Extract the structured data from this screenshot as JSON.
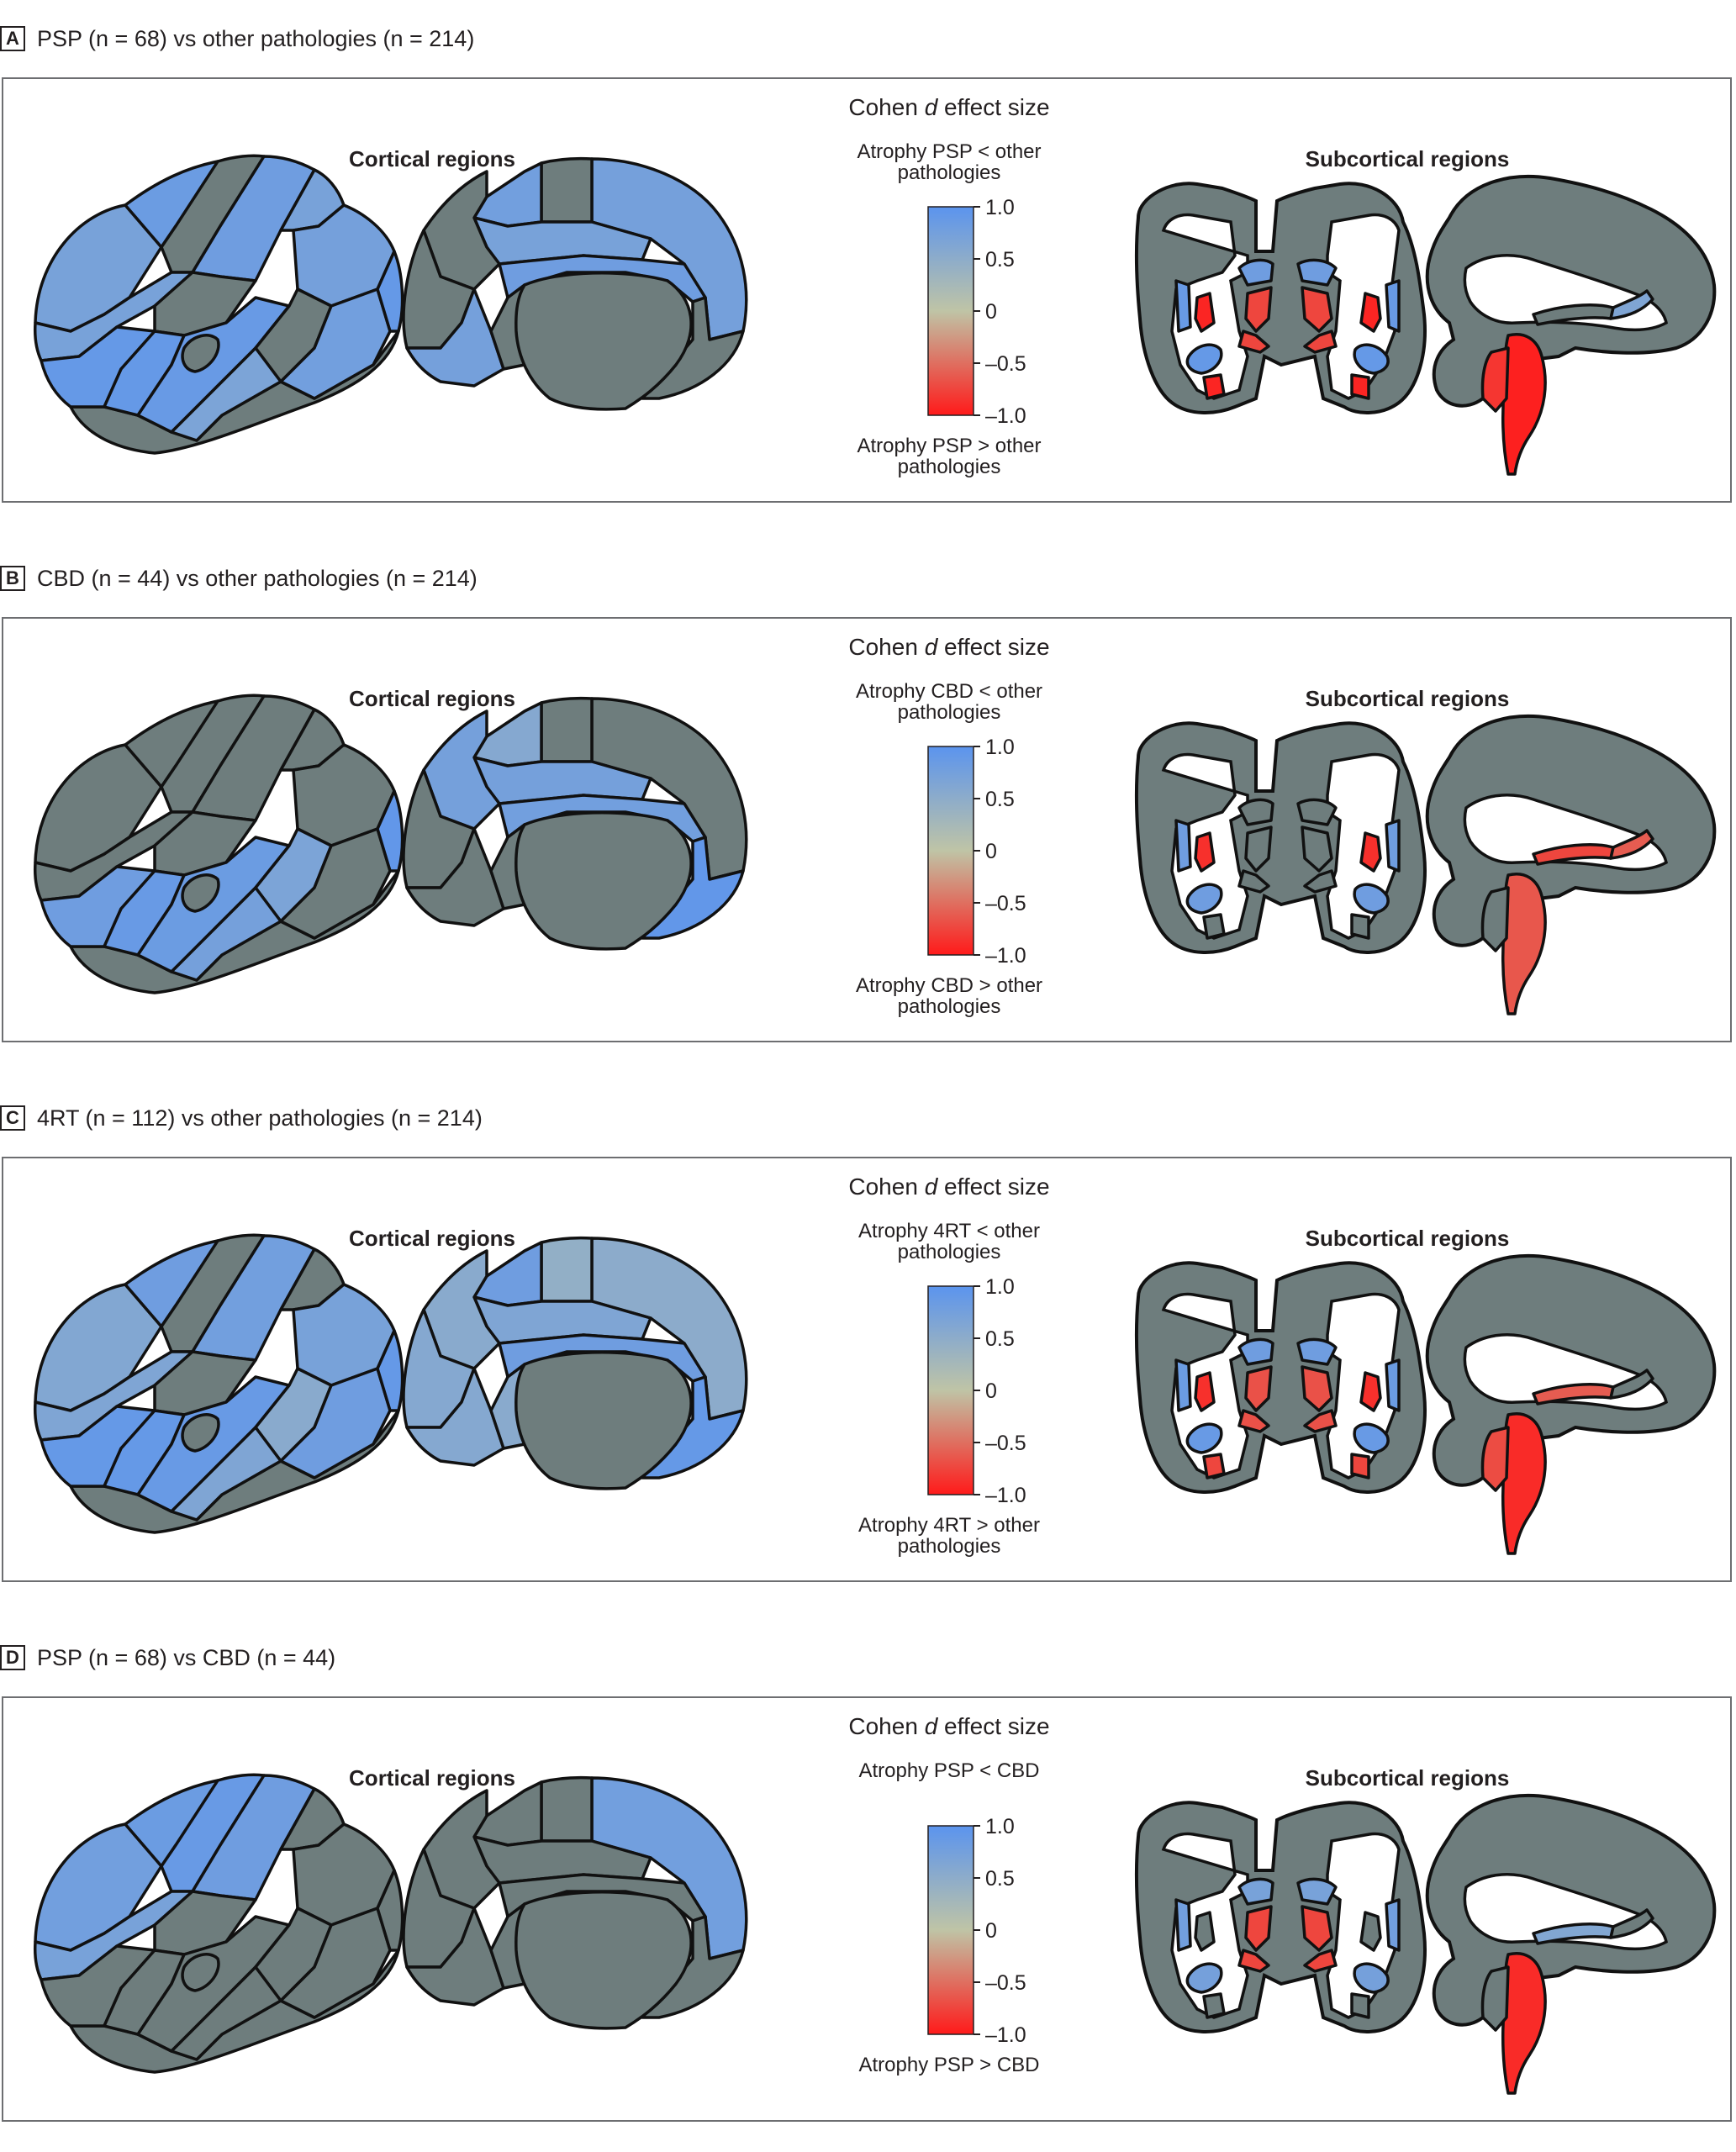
{
  "panels": [
    {
      "letter": "A",
      "title": "PSP (n = 68) vs other pathologies (n = 214)",
      "legend_title_prefix": "Cohen ",
      "legend_title_italic": "d",
      "legend_title_suffix": " effect size",
      "top_label": "Atrophy PSP < other pathologies",
      "bottom_label": "Atrophy PSP > other pathologies",
      "cortical_title": "Cortical regions",
      "subcortical_title": "Subcortical regions",
      "colorbar_ticks": [
        "1.0",
        "0.5",
        "0",
        "–0.5",
        "–1.0"
      ]
    },
    {
      "letter": "B",
      "title": "CBD (n = 44) vs other pathologies (n = 214)",
      "legend_title_prefix": "Cohen ",
      "legend_title_italic": "d",
      "legend_title_suffix": " effect size",
      "top_label": "Atrophy CBD < other pathologies",
      "bottom_label": "Atrophy CBD > other pathologies",
      "cortical_title": "Cortical regions",
      "subcortical_title": "Subcortical regions",
      "colorbar_ticks": [
        "1.0",
        "0.5",
        "0",
        "–0.5",
        "–1.0"
      ]
    },
    {
      "letter": "C",
      "title": "4RT (n = 112) vs other pathologies (n = 214)",
      "legend_title_prefix": "Cohen ",
      "legend_title_italic": "d",
      "legend_title_suffix": " effect size",
      "top_label": "Atrophy 4RT < other pathologies",
      "bottom_label": "Atrophy 4RT > other pathologies",
      "cortical_title": "Cortical regions",
      "subcortical_title": "Subcortical regions",
      "colorbar_ticks": [
        "1.0",
        "0.5",
        "0",
        "–0.5",
        "–1.0"
      ]
    },
    {
      "letter": "D",
      "title": "PSP (n = 68) vs CBD (n = 44)",
      "legend_title_prefix": "Cohen ",
      "legend_title_italic": "d",
      "legend_title_suffix": " effect size",
      "top_label": "Atrophy PSP < CBD",
      "bottom_label": "Atrophy PSP > CBD",
      "cortical_title": "Cortical regions",
      "subcortical_title": "Subcortical regions",
      "colorbar_ticks": [
        "1.0",
        "0.5",
        "0",
        "–0.5",
        "–1.0"
      ]
    }
  ],
  "colors": {
    "nonsignificant": "#6e7d7d",
    "scale_top": "#5b94ee",
    "scale_mid": "#bfc4a6",
    "scale_bottom": "#ff1a1a",
    "outline": "#111111"
  },
  "colorscale_range": [
    -1.0,
    1.0
  ],
  "region_effects": [
    {
      "lat": [
        0.55,
        0.75,
        0,
        0.7,
        0.55,
        0.6,
        0.55,
        0,
        0.85,
        0.85,
        0.8,
        0,
        0.5,
        0.65,
        0.85
      ],
      "med": [
        0.6,
        0,
        0.65,
        0.55,
        0,
        0,
        0.6,
        0.7,
        0,
        0
      ],
      "cor": [
        0.7,
        0.7,
        -0.6,
        -0.6,
        -0.6,
        -0.6,
        -0.9,
        -0.9,
        0.8,
        0.8,
        0.85,
        0.85,
        -0.9,
        -0.9
      ],
      "sag": [
        0,
        0.45,
        -0.95,
        -0.75
      ]
    },
    {
      "lat": [
        0,
        0,
        0,
        0,
        0,
        0,
        0,
        0,
        0.7,
        0.8,
        0.75,
        0.5,
        0.6,
        0,
        0.9
      ],
      "med": [
        0,
        0,
        0.35,
        0.6,
        0.6,
        0,
        0,
        0.65,
        0,
        0.9
      ],
      "cor": [
        0,
        0,
        0,
        0,
        0,
        0,
        -0.8,
        -0.8,
        0.7,
        0.7,
        0.7,
        0.7,
        0,
        0
      ],
      "sag": [
        -0.6,
        -0.4,
        -0.45,
        0
      ]
    },
    {
      "lat": [
        0.4,
        0.7,
        0,
        0.65,
        0,
        0.55,
        0.45,
        0,
        0.85,
        0.85,
        0.8,
        0.3,
        0.45,
        0.7,
        0.85
      ],
      "med": [
        0.25,
        0.15,
        0.7,
        0.45,
        0.3,
        0.35,
        0.35,
        0.7,
        0.3,
        0.85
      ],
      "cor": [
        0.7,
        0.7,
        -0.5,
        -0.5,
        -0.5,
        -0.5,
        -0.8,
        -0.8,
        0.75,
        0.75,
        0.8,
        0.8,
        -0.6,
        -0.6
      ],
      "sag": [
        -0.4,
        0,
        -0.85,
        -0.55
      ]
    },
    {
      "lat": [
        0.65,
        0.75,
        0.8,
        0.7,
        0,
        0,
        0.55,
        0,
        0,
        0,
        0,
        0,
        0,
        0,
        0
      ],
      "med": [
        0.65,
        0,
        0,
        0,
        0,
        0,
        0,
        0,
        0,
        0
      ],
      "cor": [
        0.55,
        0.55,
        -0.6,
        -0.6,
        -0.6,
        -0.6,
        0,
        0,
        0.65,
        0.65,
        0.6,
        0.6,
        0,
        0
      ],
      "sag": [
        0.4,
        0,
        -0.85,
        0
      ]
    }
  ]
}
